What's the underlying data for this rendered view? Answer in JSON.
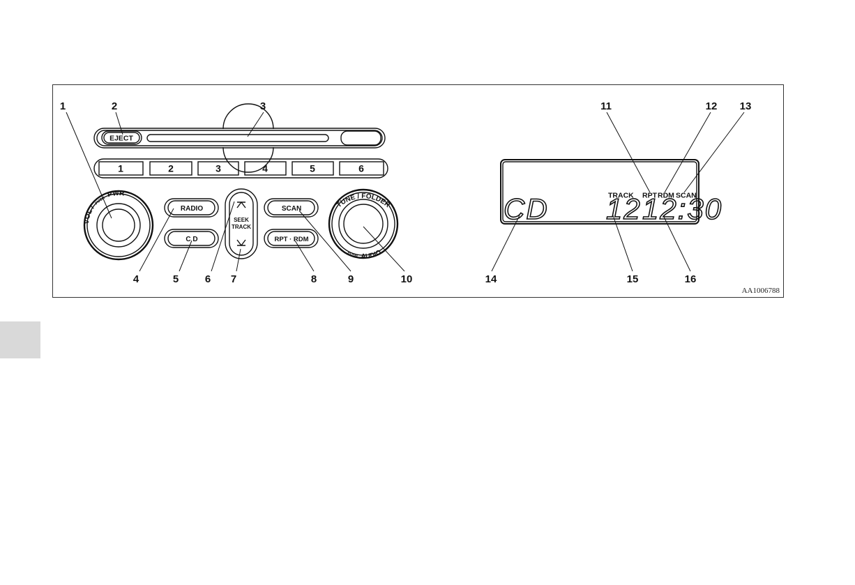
{
  "callouts": [
    "1",
    "2",
    "3",
    "4",
    "5",
    "6",
    "7",
    "8",
    "9",
    "10",
    "11",
    "12",
    "13",
    "14",
    "15",
    "16"
  ],
  "buttons": {
    "eject": "EJECT",
    "presets": [
      "1",
      "2",
      "3",
      "4",
      "5",
      "6"
    ],
    "radio": "RADIO",
    "cd": "C D",
    "seek_track": [
      "SEEK",
      "TRACK"
    ],
    "scan": "SCAN",
    "rpt_rdm": "RPT · RDM"
  },
  "knobs": {
    "vol_left": "VOL /",
    "vol_push": "PUSH",
    "vol_pwr": "PWR",
    "tune_top": "TUNE / FOLDER",
    "tune_push": "PUSH",
    "tune_audio": "AUDIO"
  },
  "display": {
    "track_label": "TRACK",
    "rpt_label": "RPT",
    "rdm_label": "RDM",
    "scan_label": "SCAN",
    "mode_text": "CD",
    "track_number": "12",
    "time_text": "12:30"
  },
  "reference_code": "AA1006788"
}
